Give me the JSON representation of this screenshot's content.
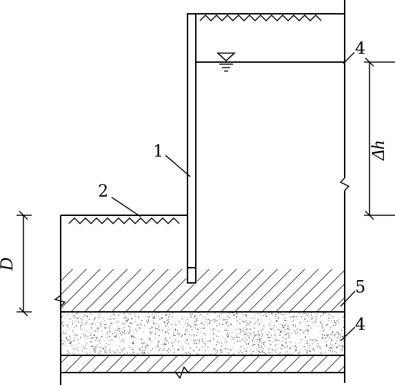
{
  "labels": {
    "sheet_pile": "1",
    "ground_surface": "2",
    "water_table_upper": "4",
    "clay_layer": "5",
    "sand_layer": "4",
    "head_difference": "Δh",
    "embedment_depth": "D"
  },
  "icons": {
    "water_level": "inverted-triangle-water-level-symbol",
    "ground_hatch": "soil-hatch-zigzag",
    "break": "break-line-zigzag"
  },
  "colors": {
    "line": "#000000",
    "background": "#ffffff",
    "sand_dot": "#555555"
  }
}
